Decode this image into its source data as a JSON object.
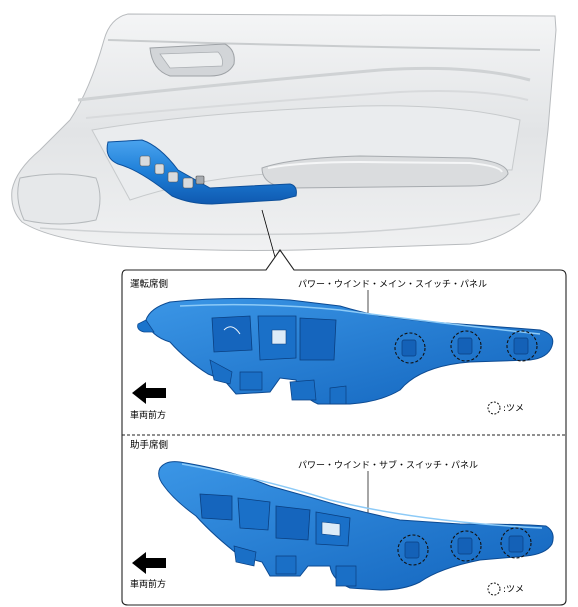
{
  "colors": {
    "panel_blue": "#1e7fd8",
    "panel_blue_dark": "#0f4f9c",
    "panel_blue_light": "#58b0f0",
    "door_gray": "#e4e6e8",
    "door_shade": "#c4c7ca",
    "frame": "#222222"
  },
  "driver_section": {
    "heading": "運転席側",
    "part_name": "パワー・ウインド・メイン・スイッチ・パネル",
    "direction_label": "車両前方",
    "legend_text": ":ツメ",
    "clips_count": 3
  },
  "passenger_section": {
    "heading": "助手席側",
    "part_name": "パワー・ウインド・サブ・スイッチ・パネル",
    "direction_label": "車両前方",
    "legend_text": ":ツメ",
    "clips_count": 3
  },
  "icons": {
    "arrow": "left-arrow-icon",
    "clip": "dashed-circle-clip-icon"
  }
}
